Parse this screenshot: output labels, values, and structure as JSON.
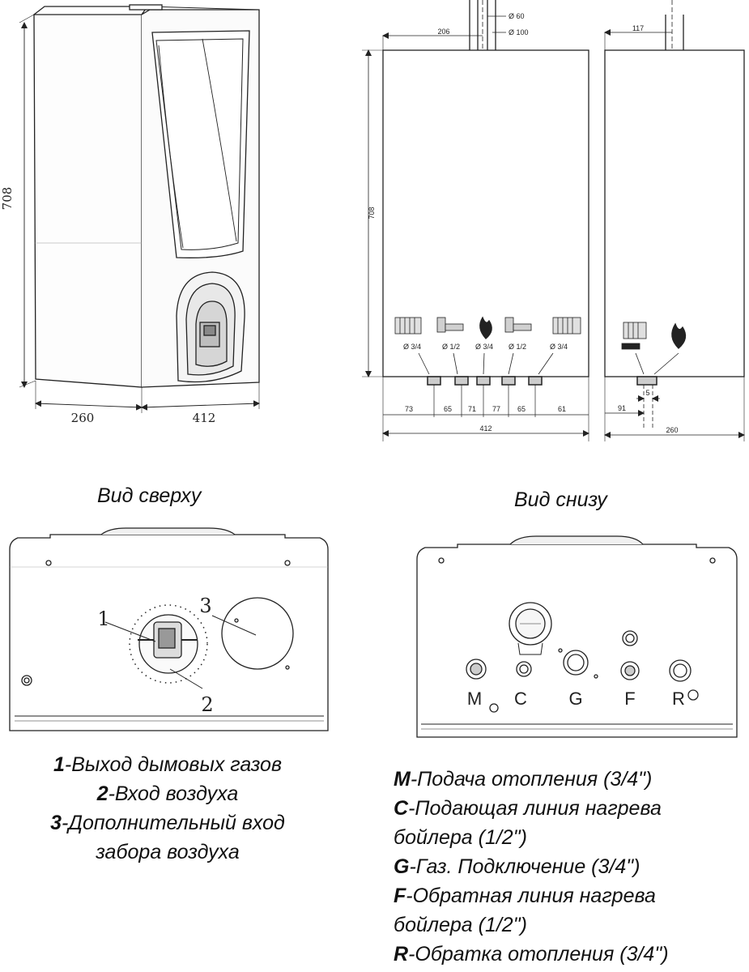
{
  "dims_3d": {
    "height": "708",
    "depth": "260",
    "width": "412"
  },
  "front": {
    "flue_small": "Ø 60",
    "flue_large": "Ø 100",
    "offset": "206",
    "height": "708",
    "pipes": [
      "Ø 3/4",
      "Ø 1/2",
      "Ø 3/4",
      "Ø 1/2",
      "Ø 3/4"
    ],
    "spacings": [
      "73",
      "65",
      "71",
      "77",
      "65",
      "61"
    ],
    "total_width": "412"
  },
  "side": {
    "offset": "117",
    "left": "91",
    "gap": "5",
    "depth": "260"
  },
  "top_view": {
    "title": "Вид сверху",
    "markers": [
      "1",
      "2",
      "3"
    ],
    "legend": [
      {
        "key": "1",
        "text": "-Выход дымовых газов"
      },
      {
        "key": "2",
        "text": "-Вход воздуха"
      },
      {
        "key": "3",
        "text": "-Дополнительный вход"
      },
      {
        "key": "",
        "text": "забора воздуха"
      }
    ]
  },
  "bottom_view": {
    "title": "Вид снизу",
    "connectors": [
      "M",
      "C",
      "G",
      "F",
      "R"
    ],
    "legend": [
      {
        "key": "M",
        "text": "-Подача отопления (3/4\")"
      },
      {
        "key": "C",
        "text": "-Подающая линия нагрева"
      },
      {
        "key": "",
        "text": "бойлера (1/2\")"
      },
      {
        "key": "G",
        "text": "-Газ. Подключение (3/4\")"
      },
      {
        "key": "F",
        "text": "-Обратная линия нагрева"
      },
      {
        "key": "",
        "text": "бойлера (1/2\")"
      },
      {
        "key": "R",
        "text": "-Обратка отопления (3/4\")"
      }
    ]
  }
}
